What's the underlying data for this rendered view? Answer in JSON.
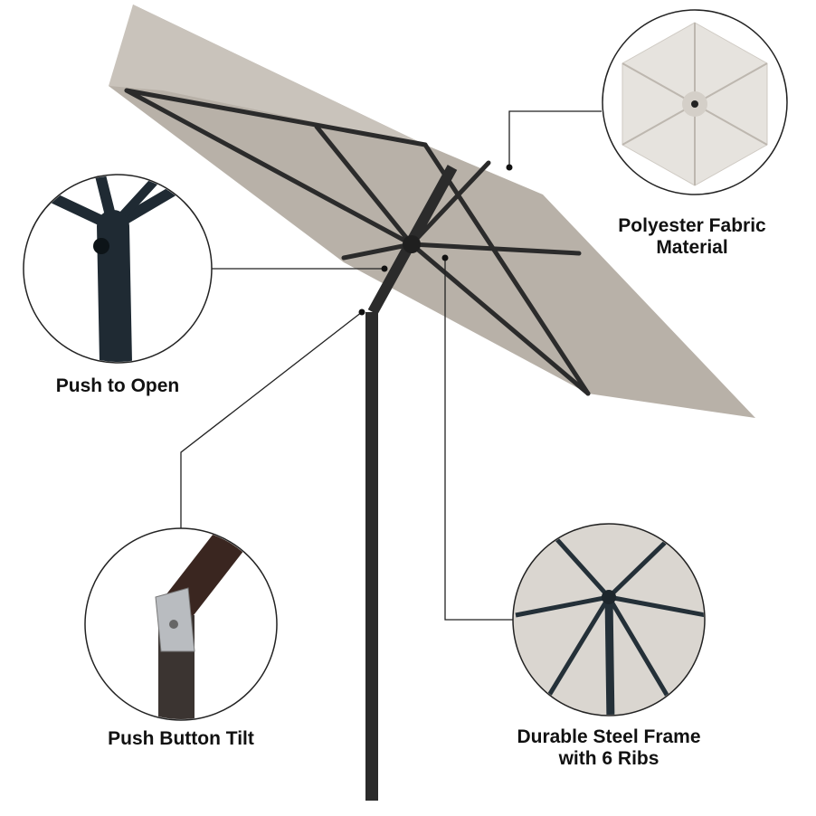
{
  "callouts": {
    "fabric": {
      "line1": "Polyester Fabric",
      "line2": "Material"
    },
    "open": {
      "label": "Push to Open"
    },
    "tilt": {
      "label": "Push Button Tilt"
    },
    "frame": {
      "line1": "Durable Steel Frame",
      "line2": "with 6 Ribs"
    }
  },
  "colors": {
    "canopy": "#b8b1a8",
    "frame": "#2b2b2b",
    "line": "#222222"
  }
}
